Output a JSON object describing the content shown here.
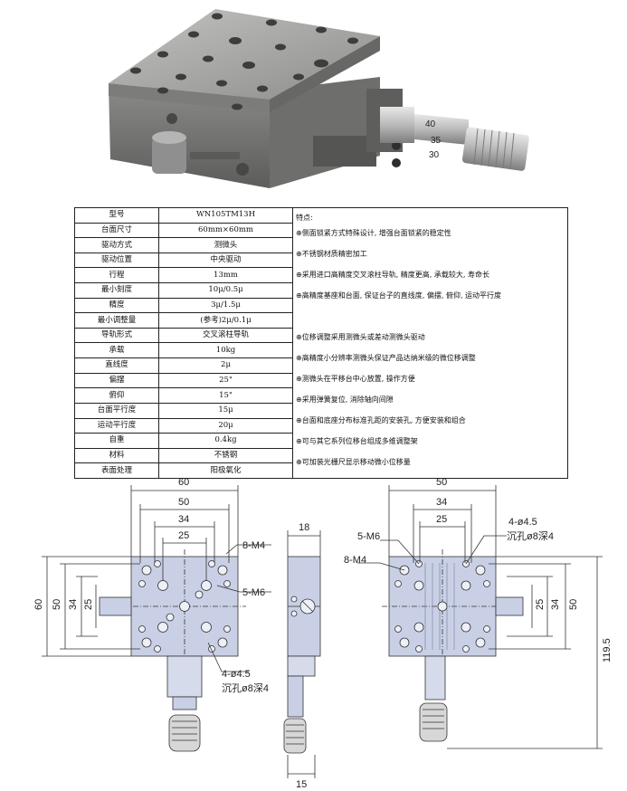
{
  "spec_table": {
    "rows": [
      {
        "label": "型号",
        "value": "WN105TM13H"
      },
      {
        "label": "台面尺寸",
        "value": "60mm×60mm"
      },
      {
        "label": "驱动方式",
        "value": "测微头"
      },
      {
        "label": "驱动位置",
        "value": "中央驱动"
      },
      {
        "label": "行程",
        "value": "13mm"
      },
      {
        "label": "最小刻度",
        "value": "10μ/0.5μ"
      },
      {
        "label": "精度",
        "value": "3μ/1.5μ"
      },
      {
        "label": "最小调整量",
        "value": "(参考)2μ/0.1μ"
      },
      {
        "label": "导轨形式",
        "value": "交叉滚柱导轨"
      },
      {
        "label": "承载",
        "value": "10kg"
      },
      {
        "label": "直线度",
        "value": "2μ"
      },
      {
        "label": "偏摆",
        "value": "25\""
      },
      {
        "label": "俯仰",
        "value": "15\""
      },
      {
        "label": "台面平行度",
        "value": "15μ"
      },
      {
        "label": "运动平行度",
        "value": "20μ"
      },
      {
        "label": "自重",
        "value": "0.4kg"
      },
      {
        "label": "材料",
        "value": "不锈钢"
      },
      {
        "label": "表面处理",
        "value": "阳极氧化"
      }
    ],
    "features_title": "特点:",
    "features": [
      "⊕侧面锁紧方式特殊设计, 增强台面锁紧的稳定性",
      "⊕不锈钢材质精密加工",
      "⊕采用进口高精度交叉滚柱导轨, 精度更高, 承载较大, 寿命长",
      "⊕高精度基座和台面, 保证台子的直线度, 偏摆, 俯仰, 运动平行度",
      "⊕位移调整采用测微头或差动测微头驱动",
      "⊕高精度小分辨率测微头保证产品达纳米级的微位移调整",
      "⊕测微头在平移台中心放置, 操作方便",
      "⊕采用弹簧复位, 消除轴向间隙",
      "⊕台面和底座分布标准孔距的安装孔, 方便安装和组合",
      "⊕可与其它系列位移台组成多维调整架",
      "⊕可加装光栅尺显示移动微小位移量"
    ]
  },
  "micrometer_scale": [
    "40",
    "35",
    "30"
  ],
  "drawing_top": {
    "dims_top": [
      "60",
      "50",
      "34",
      "25"
    ],
    "dims_left": [
      "60",
      "50",
      "34",
      "25"
    ],
    "labels": [
      "8-M4",
      "5-M6",
      "4-ø4.5",
      "沉孔ø8深4"
    ]
  },
  "drawing_side": {
    "dims": [
      "18",
      "15"
    ]
  },
  "drawing_bottom": {
    "dims_top": [
      "50",
      "34",
      "25"
    ],
    "dims_right": [
      "50",
      "34",
      "25",
      "119.5"
    ],
    "labels": [
      "5-M6",
      "8-M4",
      "4-ø4.5",
      "沉孔ø8深4"
    ]
  },
  "colors": {
    "plate": "#c9d0e6",
    "line": "#333333",
    "steel": "#9a9a9a"
  }
}
